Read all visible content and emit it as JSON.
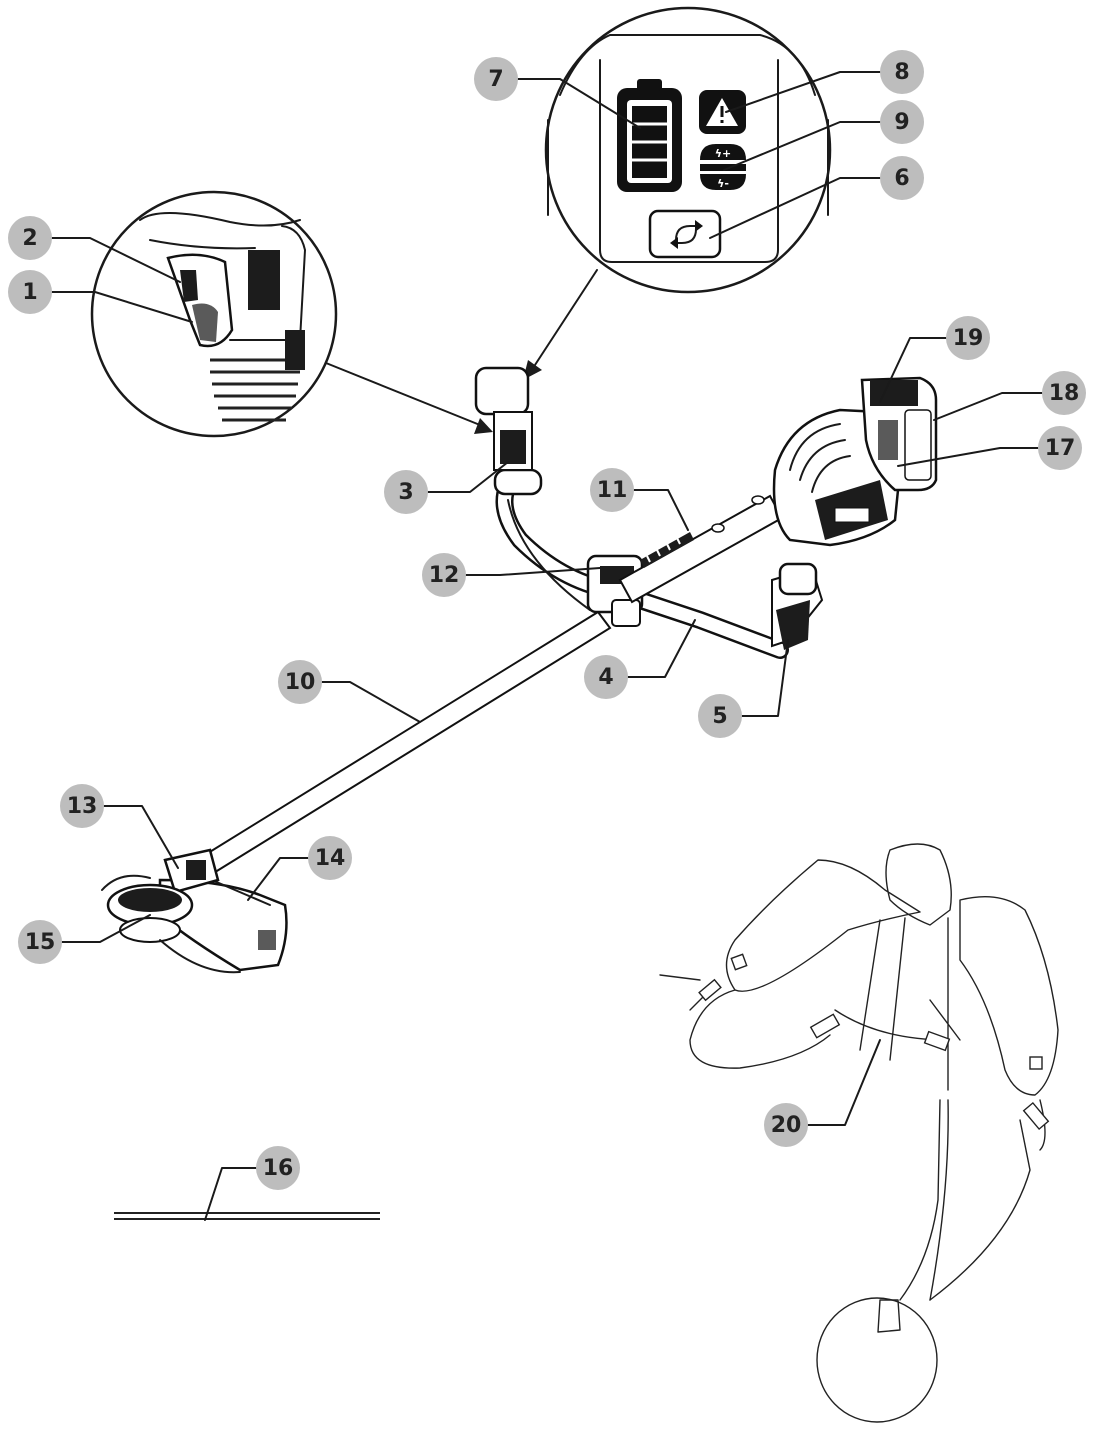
{
  "callouts": [
    {
      "id": "c1",
      "label": "1"
    },
    {
      "id": "c2",
      "label": "2"
    },
    {
      "id": "c3",
      "label": "3"
    },
    {
      "id": "c4",
      "label": "4"
    },
    {
      "id": "c5",
      "label": "5"
    },
    {
      "id": "c6",
      "label": "6"
    },
    {
      "id": "c7",
      "label": "7"
    },
    {
      "id": "c8",
      "label": "8"
    },
    {
      "id": "c9",
      "label": "9"
    },
    {
      "id": "c10",
      "label": "10"
    },
    {
      "id": "c11",
      "label": "11"
    },
    {
      "id": "c12",
      "label": "12"
    },
    {
      "id": "c13",
      "label": "13"
    },
    {
      "id": "c14",
      "label": "14"
    },
    {
      "id": "c15",
      "label": "15"
    },
    {
      "id": "c16",
      "label": "16"
    },
    {
      "id": "c17",
      "label": "17"
    },
    {
      "id": "c18",
      "label": "18"
    },
    {
      "id": "c19",
      "label": "19"
    },
    {
      "id": "c20",
      "label": "20"
    }
  ],
  "panel": {
    "battery_level": 1.0,
    "icons": [
      "battery-icon",
      "warning-icon",
      "speed-plus-icon",
      "speed-minus-icon",
      "mode-switch-icon"
    ]
  }
}
